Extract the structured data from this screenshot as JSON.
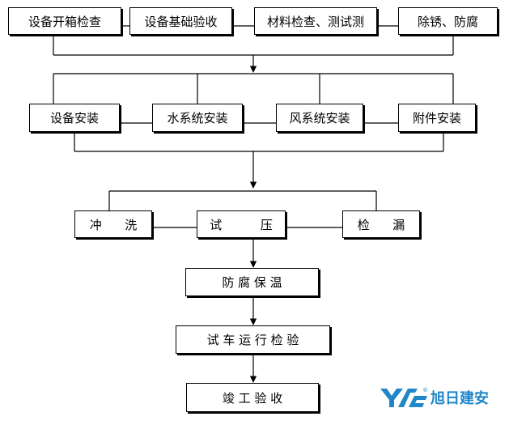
{
  "nodes": {
    "equipment_unpack_inspection": "设备开箱检查",
    "equipment_foundation_acceptance": "设备基础验收",
    "material_inspection_testing": "材料检查、测试测",
    "rust_removal_anticorrosion": "除锈、防腐",
    "equipment_installation": "设备安装",
    "water_system_installation": "水系统安装",
    "air_system_installation": "风系统安装",
    "accessory_installation": "附件安装",
    "flushing": "冲      洗",
    "pressure_test": "试          压",
    "leak_check": "检      漏",
    "anticorrosion_insulation": "防 腐 保 温",
    "trial_run_inspection": "试 车 运 行 检 验",
    "completion_acceptance": "竣 工 验 收"
  },
  "watermark": {
    "brand": "旭日建安",
    "registered_mark": "®",
    "color": "#1f86c8"
  }
}
